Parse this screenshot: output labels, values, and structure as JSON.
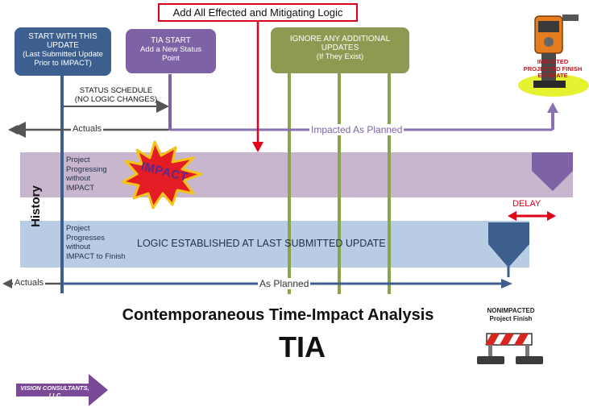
{
  "top_callout": "Add All Effected and Mitigating Logic",
  "box_start": {
    "line1": "START WITH THIS",
    "line2": "UPDATE",
    "line3": "(Last Submitted Update",
    "line4": "Prior to IMPACT)"
  },
  "box_tia": {
    "line1": "TIA START",
    "line2": "Add a New Status",
    "line3": "Point"
  },
  "box_ignore": {
    "line1": "IGNORE ANY ADDITIONAL",
    "line2": "UPDATES",
    "line3": "(If They Exist)"
  },
  "status_schedule": {
    "line1": "STATUS SCHEDULE",
    "line2": "(NO LOGIC CHANGES)"
  },
  "actuals_top": "Actuals",
  "impacted_as_planned": "Impacted As Planned",
  "history_label": "History",
  "band_impacted_text": {
    "line1": "Project",
    "line2": "Progressing",
    "line3": "without",
    "line4": "IMPACT"
  },
  "impact_word": "IMPACT",
  "delay_label": "DELAY",
  "band_base_text": {
    "line1": "Project",
    "line2": "Progresses",
    "line3": "without",
    "line4": "IMPACT to Finish"
  },
  "logic_established": "LOGIC ESTABLISHED AT LAST SUBMITTED UPDATE",
  "actuals_bottom": "Actuals",
  "as_planned": "As Planned",
  "title": "Contemporaneous Time-Impact Analysis",
  "tia": "TIA",
  "impacted_finish": {
    "line1": "IMPACTED",
    "line2": "PROJECTED FINISH",
    "line3": "ESTIMATE"
  },
  "nonimpacted_finish": {
    "line1": "NONIMPACTED",
    "line2": "Project Finish"
  },
  "logo_text": "VISION CONSULTANTS, LLC",
  "colors": {
    "navy": "#3d5f8f",
    "purple": "#7e62a6",
    "olive": "#8c9a52",
    "olive_line": "#89a44a",
    "red": "#e3001b",
    "band_purple": "#c8b6cf",
    "band_blue": "#b8cde4"
  }
}
